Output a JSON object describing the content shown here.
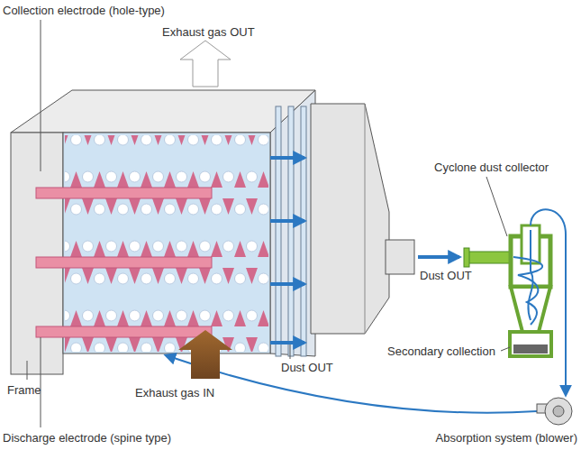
{
  "diagram": {
    "labels": [
      "Collection electrode (hole-type)",
      "Exhaust gas OUT",
      "Cyclone dust collector",
      "Dust OUT",
      "Secondary collection",
      "Dust OUT",
      "Frame",
      "Exhaust gas IN",
      "Discharge electrode (spine type)",
      "Absorption system (blower)"
    ]
  }
}
